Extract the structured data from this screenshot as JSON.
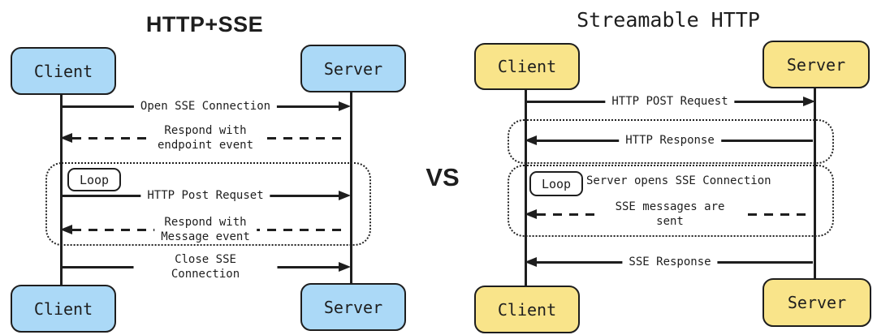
{
  "colors": {
    "stroke": "#1e1e1e",
    "left_actor_fill_blue": "#abd9f7",
    "right_actor_fill_yellow": "#f9e48a",
    "background": "#ffffff"
  },
  "divider": {
    "vs": "VS"
  },
  "left": {
    "title": "HTTP+SSE",
    "top_client": "Client",
    "top_server": "Server",
    "bottom_client": "Client",
    "bottom_server": "Server",
    "loop_tag": "Loop",
    "messages": [
      {
        "label": "Open SSE Connection",
        "style": "solid",
        "direction": "right",
        "from": "Client",
        "to": "Server"
      },
      {
        "label": "Respond with\nendpoint event",
        "style": "dashed",
        "direction": "left",
        "from": "Server",
        "to": "Client"
      },
      {
        "label": "HTTP Post Requset",
        "style": "solid",
        "direction": "right",
        "from": "Client",
        "to": "Server",
        "in_loop": true
      },
      {
        "label": "Respond with\nMessage event",
        "style": "dashed",
        "direction": "left",
        "from": "Server",
        "to": "Client",
        "in_loop": true
      },
      {
        "label": "Close SSE Connection",
        "style": "solid",
        "direction": "right",
        "from": "Client",
        "to": "Server"
      }
    ]
  },
  "right": {
    "title": "Streamable HTTP",
    "top_client": "Client",
    "top_server": "Server",
    "bottom_client": "Client",
    "bottom_server": "Server",
    "loop_tag": "Loop",
    "loop_note": "Server opens SSE Connection",
    "messages": [
      {
        "label": "HTTP POST Request",
        "style": "solid",
        "direction": "right",
        "from": "Client",
        "to": "Server"
      },
      {
        "label": "HTTP Response",
        "style": "solid",
        "direction": "left",
        "from": "Server",
        "to": "Client",
        "in_frame": true
      },
      {
        "label": "SSE messages are sent",
        "style": "dashed",
        "direction": "left",
        "from": "Server",
        "to": "Client",
        "in_loop": true
      },
      {
        "label": "SSE Response",
        "style": "solid",
        "direction": "left",
        "from": "Server",
        "to": "Client"
      }
    ]
  }
}
